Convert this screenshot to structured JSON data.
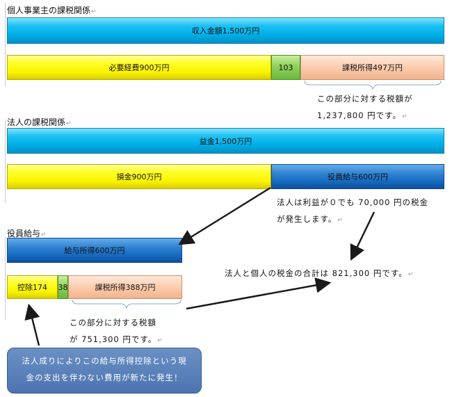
{
  "sections": [
    {
      "heading": "個人事業主の課税関係",
      "row1": [
        "収入金額1,500万円"
      ],
      "row2": [
        "必要経費900万円",
        "103",
        "課税所得497万円"
      ],
      "note_lines": [
        "この部分に対する税額が",
        "1,237,800 円です。"
      ]
    },
    {
      "heading": "法人の課税関係",
      "row1": [
        "益金1,500万円"
      ],
      "row2": [
        "損金900万円",
        "役員給与600万円"
      ],
      "note_lines": [
        "法人は利益が０でも 70,000 円の税金",
        "が発生します。"
      ]
    },
    {
      "heading": "役員給与",
      "row1": [
        "給与所得600万円"
      ],
      "row2": [
        "控除174",
        "38",
        "課税所得388万円"
      ],
      "note_lines": [
        "この部分に対する税額",
        "が 751,300 円です。"
      ]
    }
  ],
  "total_note": "法人と個人の税金の合計は 821,300 円です。",
  "callout_lines": [
    "法人成りによりこの給与所得控除という現",
    "金の支出を伴わない費用が新たに発生！"
  ],
  "paragraph_mark": "↵",
  "colors": {
    "cyan": "#00b2ea",
    "blue": "#1466bd",
    "yellow": "#fbf300",
    "green": "#8fd15c",
    "peach": "#fdcfb2",
    "callout": "#4d74b0",
    "arrow": "#1a1a1a"
  }
}
